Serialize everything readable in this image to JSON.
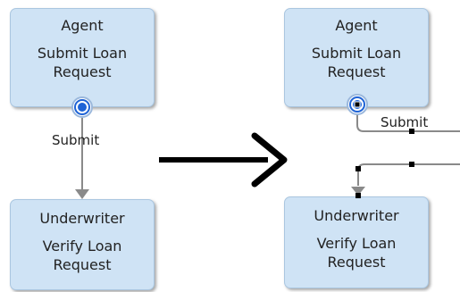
{
  "before": {
    "agent_box": {
      "role": "Agent",
      "title": "Submit Loan Request"
    },
    "underwriter_box": {
      "role": "Underwriter",
      "title": "Verify Loan Request"
    },
    "connector_label": "Submit"
  },
  "after": {
    "agent_box": {
      "role": "Agent",
      "title": "Submit Loan Request"
    },
    "underwriter_box": {
      "role": "Underwriter",
      "title": "Verify Loan Request"
    },
    "connector_label": "Submit"
  },
  "colors": {
    "box_fill": "#cfe3f5",
    "box_border": "#aac6e0",
    "connector": "#8a8a8a",
    "port": "#1e63d6",
    "arrow": "#000000"
  }
}
